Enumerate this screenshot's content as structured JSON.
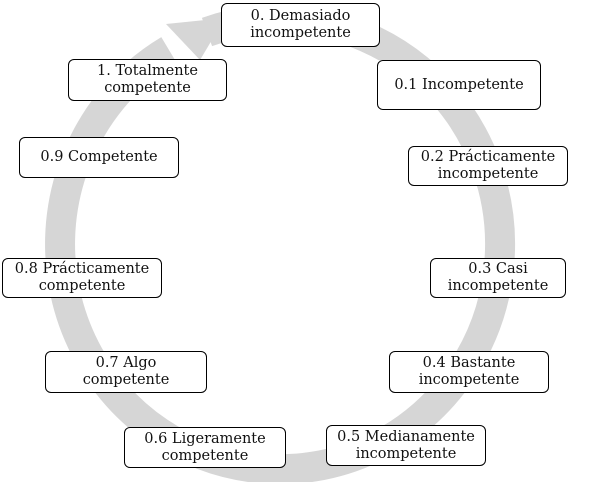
{
  "colors": {
    "ring": "#d6d6d6",
    "border": "#000000",
    "text": "#111111",
    "background": "#ffffff"
  },
  "nodes": [
    {
      "lines": [
        "0. Demasiado",
        "incompetente"
      ]
    },
    {
      "lines": [
        "0.1 Incompetente"
      ]
    },
    {
      "lines": [
        "0.2 Prácticamente",
        "incompetente"
      ]
    },
    {
      "lines": [
        "0.3 Casi",
        "incompetente"
      ]
    },
    {
      "lines": [
        "0.4 Bastante",
        "incompetente"
      ]
    },
    {
      "lines": [
        "0.5 Medianamente",
        "incompetente"
      ]
    },
    {
      "lines": [
        "0.6 Ligeramente",
        "competente"
      ]
    },
    {
      "lines": [
        "0.7 Algo",
        "competente"
      ]
    },
    {
      "lines": [
        "0.8 Prácticamente",
        "competente"
      ]
    },
    {
      "lines": [
        "0.9 Competente"
      ]
    },
    {
      "lines": [
        "1. Totalmente",
        "competente"
      ]
    }
  ]
}
